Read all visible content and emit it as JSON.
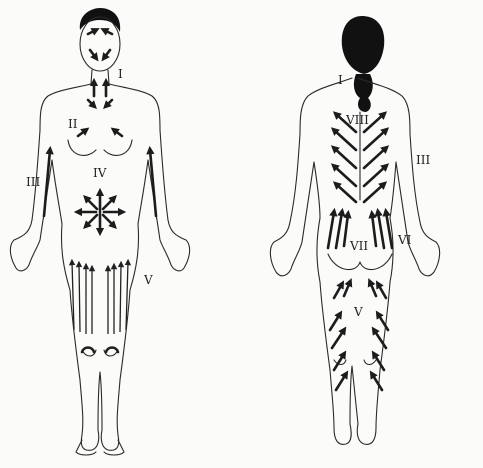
{
  "figure": {
    "front_labels": [
      "I",
      "II",
      "III",
      "IV",
      "V"
    ],
    "back_labels": [
      "I",
      "VIII",
      "III",
      "VII",
      "VI",
      "V"
    ]
  },
  "colors": {
    "ink": "#1c1c1c",
    "paper": "#fbfbfa"
  }
}
